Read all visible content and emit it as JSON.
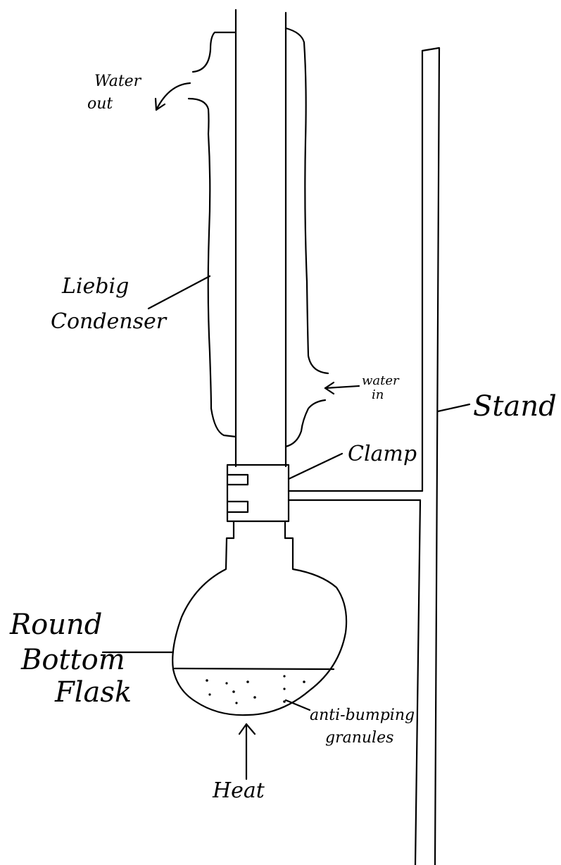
{
  "labels": {
    "water_out": [
      "Water",
      "out"
    ],
    "water_in": [
      "water",
      "in"
    ],
    "liebig_condenser": [
      "Liebig",
      "Condenser"
    ],
    "stand": "Stand",
    "clamp": "Clamp",
    "round_bottom_flask": [
      "Round",
      "Bottom",
      "Flask"
    ],
    "anti_bumping_granules": [
      "anti-bumping",
      "granules"
    ],
    "heat": "Heat"
  },
  "colors": {
    "ink": "#000000",
    "background": "#ffffff"
  }
}
